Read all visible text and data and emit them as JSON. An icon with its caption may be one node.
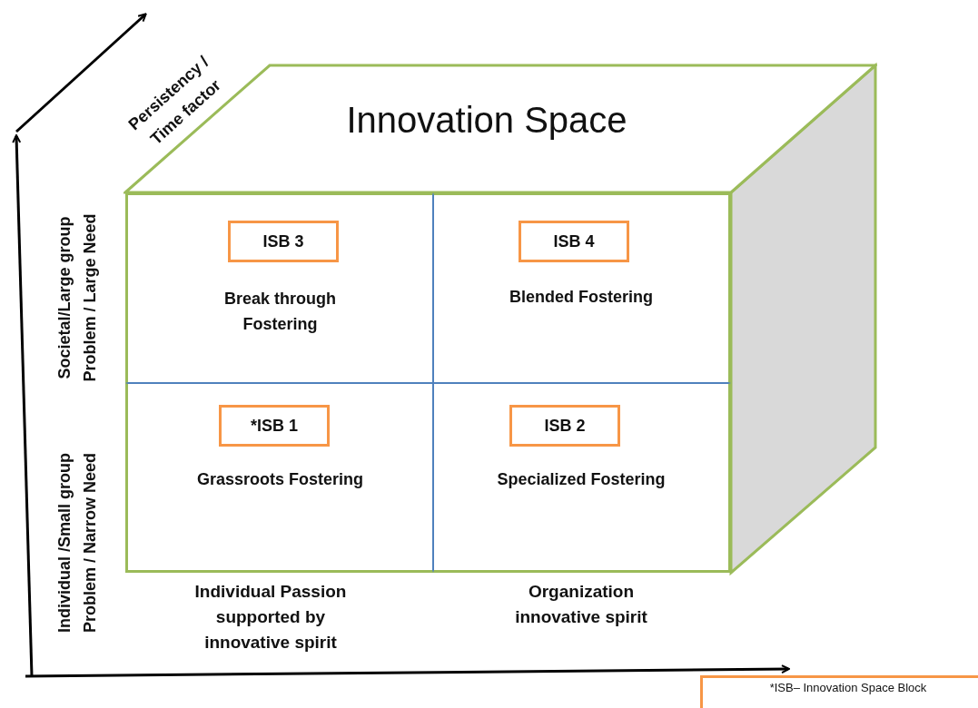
{
  "diagram": {
    "nodes": [
      {
        "text": [
          "Innovation Space"
        ]
      },
      {
        "text": [
          "Break through Fostering"
        ]
      },
      {
        "text": [
          "ISB 3"
        ],
        "in": 1
      },
      {
        "text": [
          "Blended Fostering"
        ]
      },
      {
        "text": [
          "ISB 4"
        ],
        "in": 3
      },
      {
        "text": [
          "Grassroots Fostering"
        ]
      },
      {
        "text": [
          "*ISB 1"
        ],
        "in": 5
      },
      {
        "text": [
          "Specialized Fostering"
        ]
      },
      {
        "text": [
          "ISB 2"
        ],
        "in": 7
      },
      {
        "text": [
          "*ISB– Innovation Space Block"
        ]
      }
    ],
    "edges": [],
    "labels": [
      "Persistency / Time factor",
      "Societal/Large group Problem / Large Need",
      "Individual /Small group Problem / Narrow Need",
      "Individual Passion supported by innovative spirit",
      "Organization innovative spirit"
    ]
  }
}
